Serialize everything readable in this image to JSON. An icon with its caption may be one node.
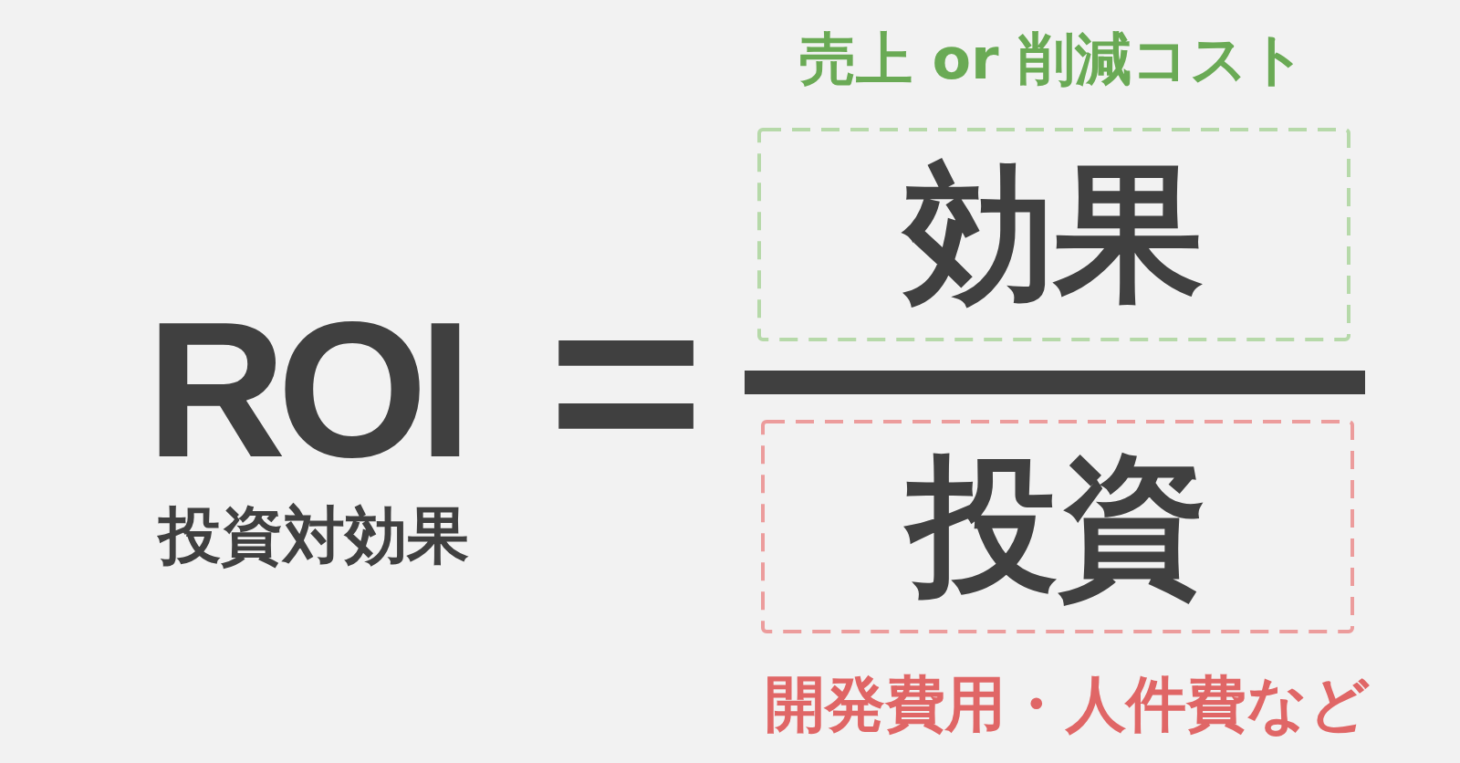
{
  "diagram": {
    "nodes": [
      {
        "text": [
          "効果"
        ],
        "beside": [
          "売上 or 削減コスト"
        ]
      },
      {
        "text": [
          "投資"
        ],
        "beside": [
          "開発費用・人件費など"
        ]
      }
    ],
    "labels": [
      "ROI",
      "=",
      "投資対効果"
    ]
  }
}
